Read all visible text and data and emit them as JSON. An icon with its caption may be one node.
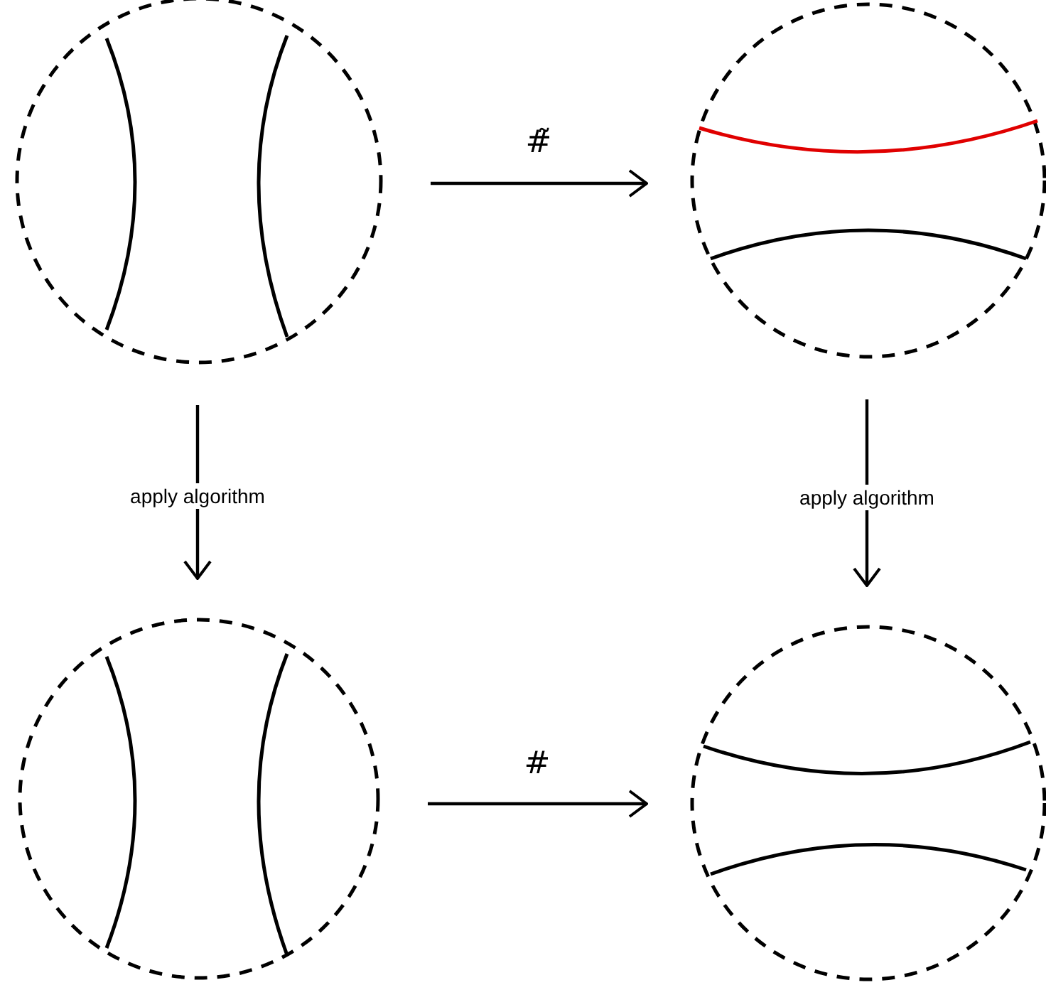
{
  "diagram": {
    "nodes": [
      {
        "text": [],
        "shape": "circle"
      },
      {
        "text": [],
        "shape": "circle"
      },
      {
        "text": [],
        "shape": "circle"
      },
      {
        "text": [],
        "shape": "circle"
      }
    ],
    "edges": [
      {
        "from": 0,
        "to": 1,
        "arrow": "to",
        "label": "#̃"
      },
      {
        "from": 0,
        "to": 2,
        "arrow": "to",
        "label": "apply algorithm"
      },
      {
        "from": 1,
        "to": 3,
        "arrow": "to",
        "label": "apply algorithm"
      },
      {
        "from": 2,
        "to": 3,
        "arrow": "to",
        "label": "#"
      }
    ]
  }
}
